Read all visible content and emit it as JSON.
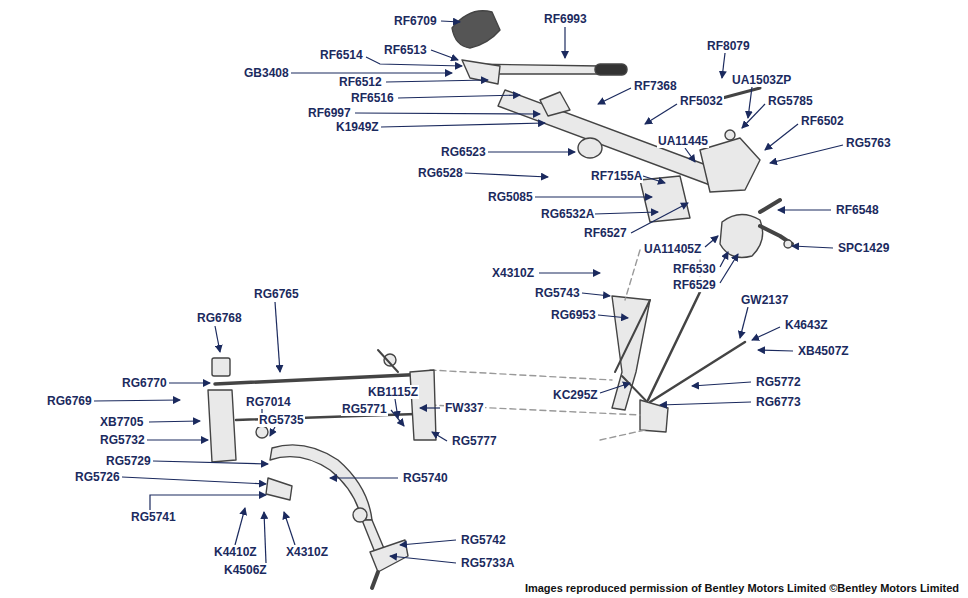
{
  "diagram": {
    "labels": [
      "RF6709",
      "RF6993",
      "RF6514",
      "RF6513",
      "GB3408",
      "RF6512",
      "RF6516",
      "RF6997",
      "K1949Z",
      "RF7368",
      "RF5032",
      "RF8079",
      "UA1503ZP",
      "RG5785",
      "RF6502",
      "RG5763",
      "UA11445",
      "RG6523",
      "RG6528",
      "RF7155A",
      "RG5085",
      "RG6532A",
      "RF6527",
      "RF6548",
      "UA11405Z",
      "SPC1429",
      "RF6530",
      "RF6529",
      "X4310Z",
      "RG5743",
      "RG6953",
      "GW2137",
      "K4643Z",
      "XB4507Z",
      "KC295Z",
      "RG5772",
      "RG6773",
      "RG6765",
      "RG6768",
      "RG6770",
      "RG6769",
      "RG7014",
      "KB1115Z",
      "RG5771",
      "FW337",
      "XB7705",
      "RG5735",
      "RG5732",
      "RG5777",
      "RG5729",
      "RG5740",
      "RG5726",
      "RG5741",
      "K4410Z",
      "X4310Z",
      "K4506Z",
      "RG5742",
      "RG5733A",
      "Images reproduced permission of Bentley Motors Limited ©Bentley Motors Limited"
    ]
  }
}
